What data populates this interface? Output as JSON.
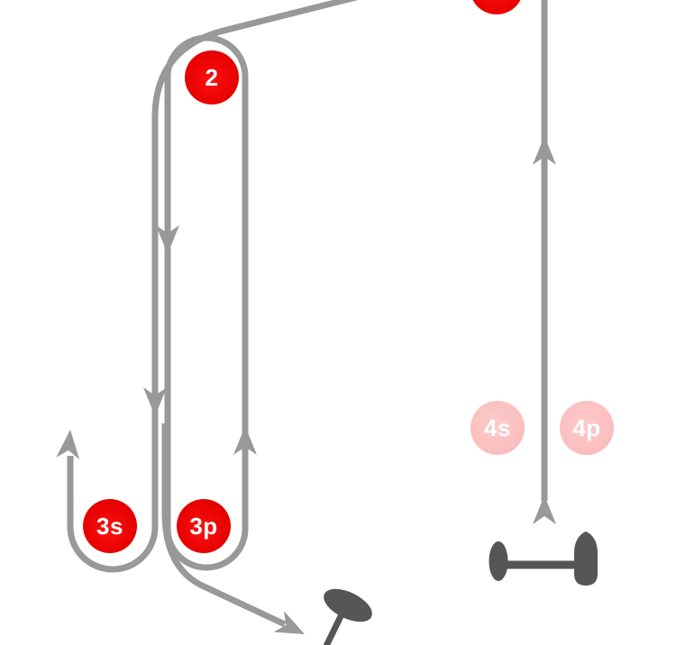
{
  "diagram": {
    "kind": "sailing-race-course-diagram",
    "background": "#ffffff",
    "colors": {
      "path": "#999999",
      "boat": "#565656",
      "mark_red": "#ea0303",
      "mark_pink": "#fbbfbf",
      "label_text": "#ffffff"
    },
    "marks": {
      "mark1": {
        "label": ""
      },
      "mark2": {
        "label": "2"
      },
      "mark3s": {
        "label": "3s"
      },
      "mark3p": {
        "label": "3p"
      },
      "mark4s": {
        "label": "4s"
      },
      "mark4p": {
        "label": "4p"
      }
    }
  }
}
